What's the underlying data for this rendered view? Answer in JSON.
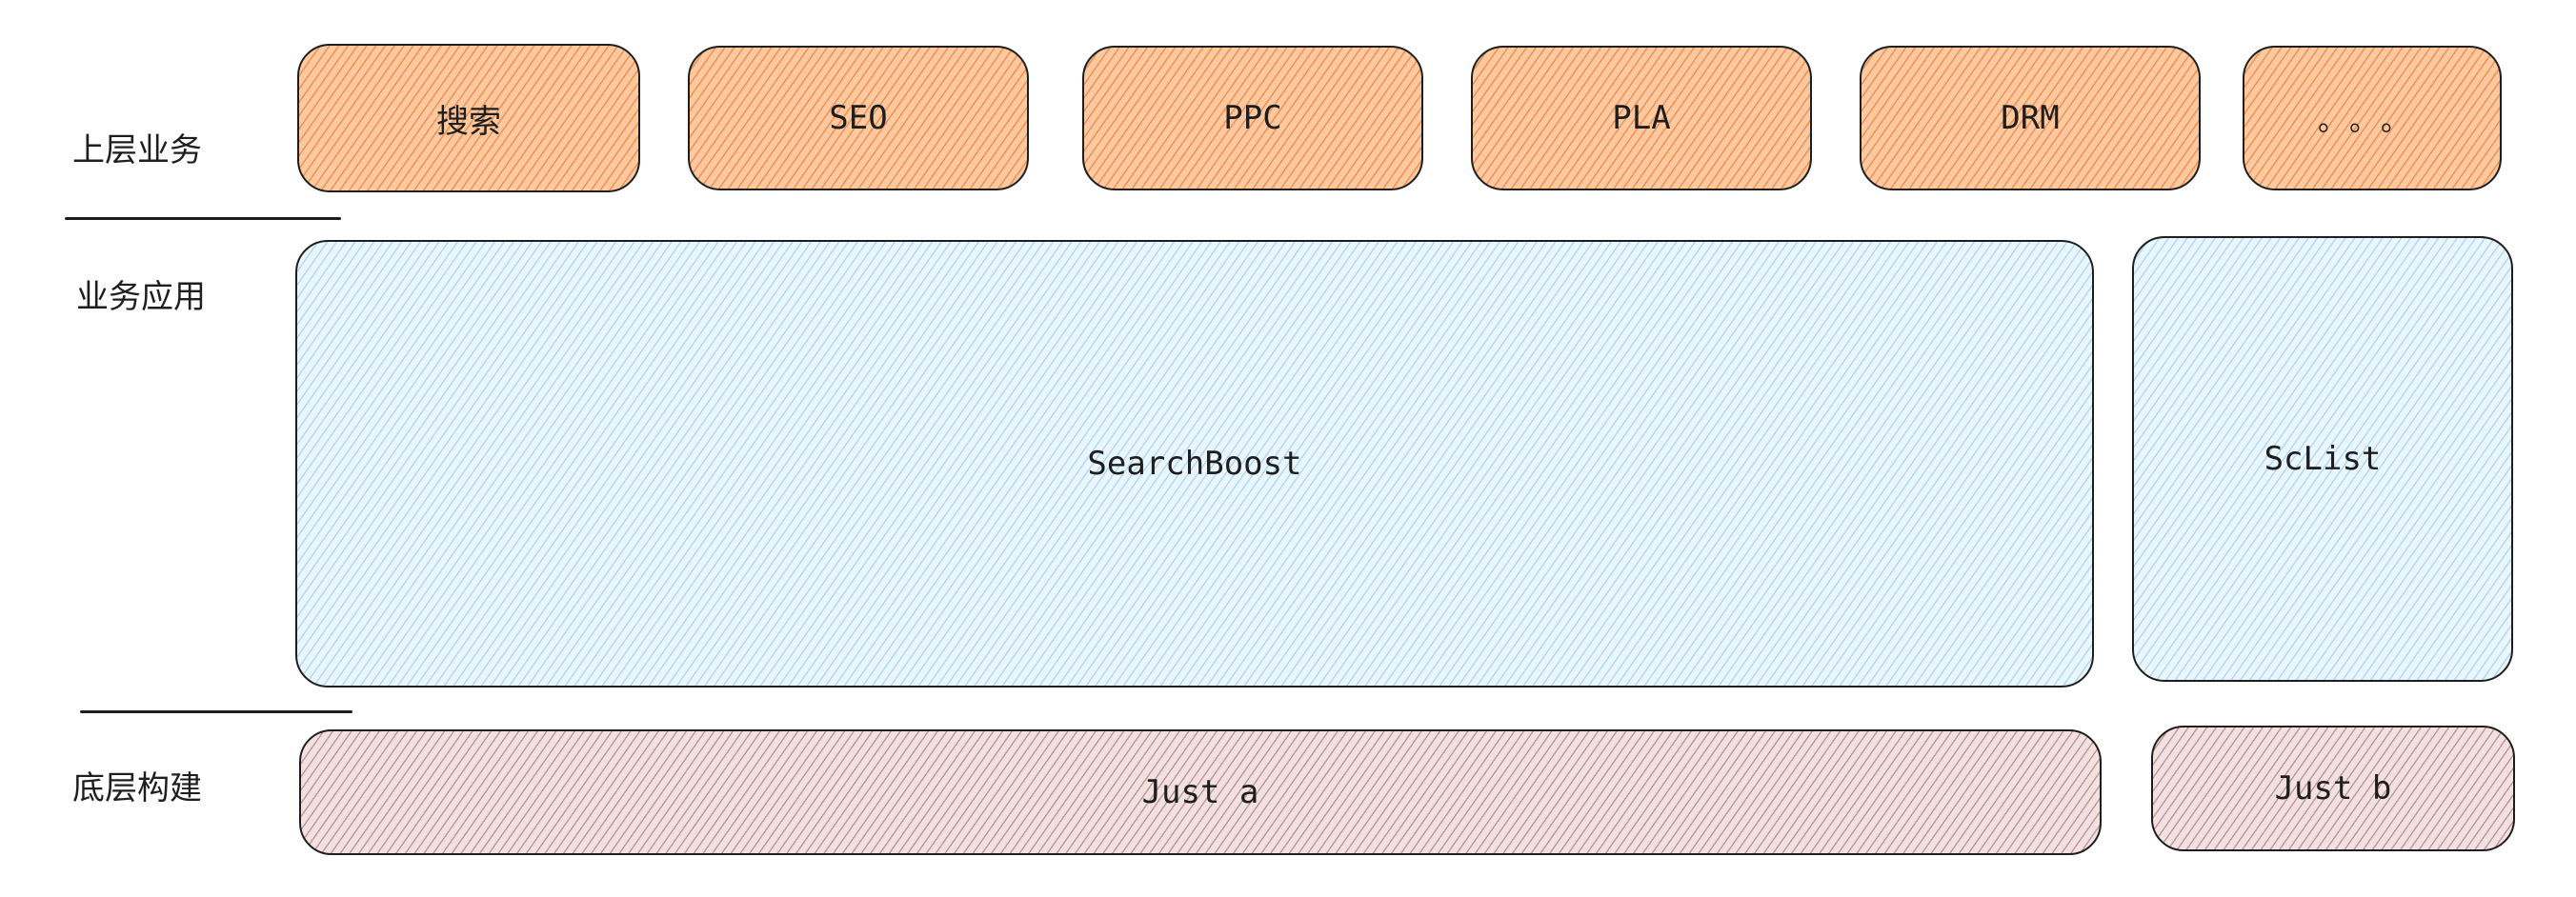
{
  "layers": {
    "upper": "上层业务",
    "application": "业务应用",
    "base": "底层构建"
  },
  "upper_boxes": [
    "搜索",
    "SEO",
    "PPC",
    "PLA",
    "DRM",
    "。。。"
  ],
  "application_boxes": [
    "SearchBoost",
    "ScList"
  ],
  "base_boxes": [
    "Just a",
    "Just b"
  ],
  "colors": {
    "upper_fill": "#ffc9a0",
    "upper_hatch": "#e8590c",
    "application_fill": "#eaf6fd",
    "application_hatch": "#82bee6",
    "base_fill": "#f3e1e1",
    "base_hatch": "#783c3c",
    "stroke": "#1e1e1e"
  }
}
